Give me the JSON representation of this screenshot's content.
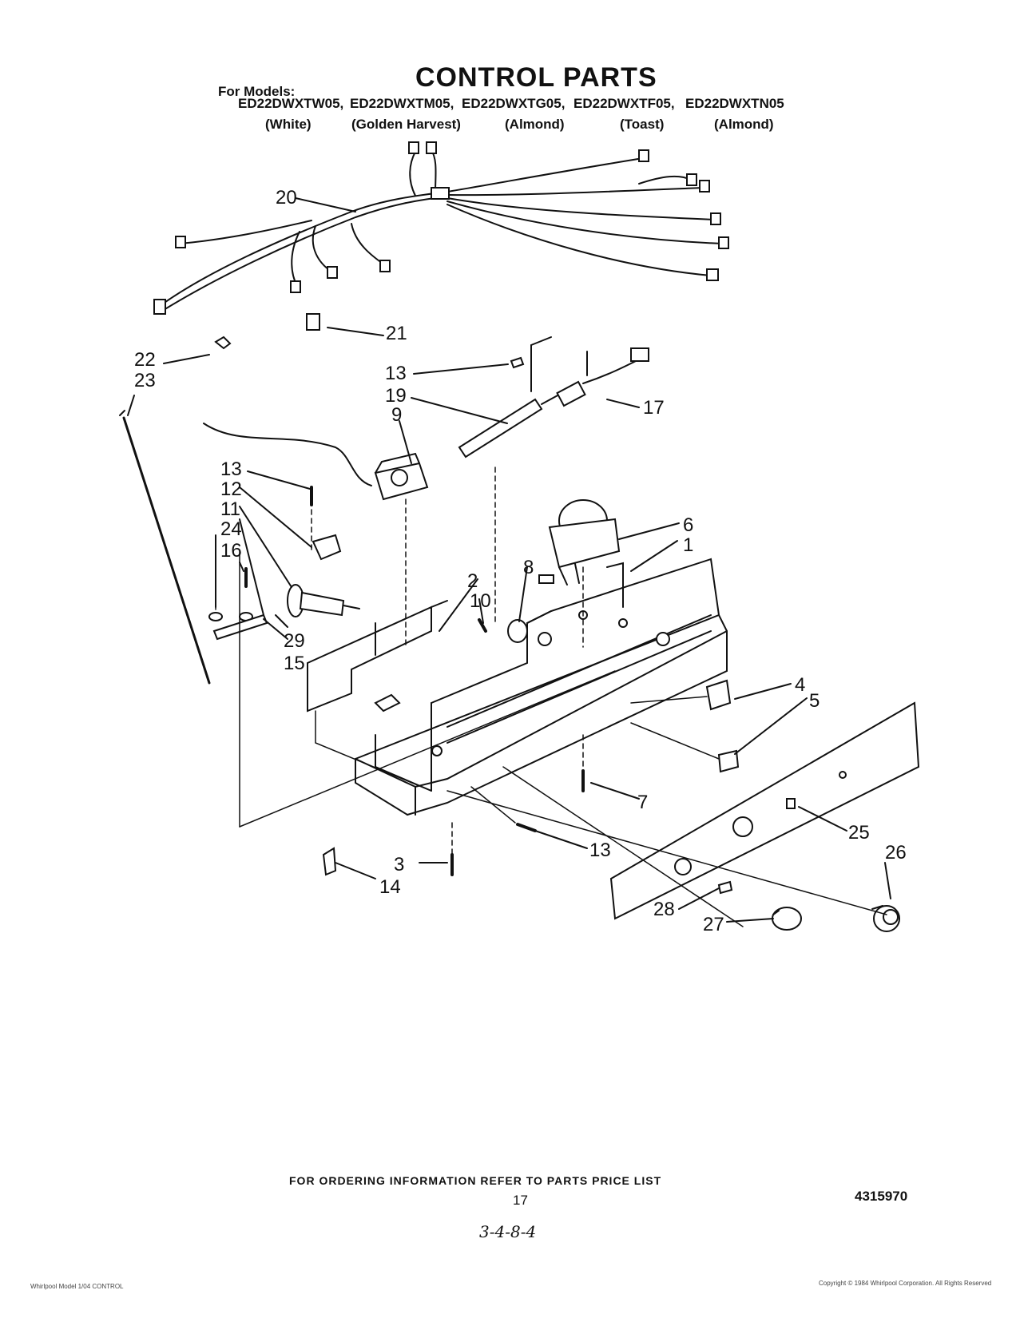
{
  "header": {
    "title": "CONTROL PARTS",
    "for_models_label": "For Models:",
    "models": [
      {
        "model": "ED22DWXTW05,",
        "color": "(White)"
      },
      {
        "model": "ED22DWXTM05,",
        "color": "(Golden Harvest)"
      },
      {
        "model": "ED22DWXTG05,",
        "color": "(Almond)"
      },
      {
        "model": "ED22DWXTF05,",
        "color": "(Toast)"
      },
      {
        "model": "ED22DWXTN05",
        "color": "(Almond)"
      }
    ]
  },
  "callouts": [
    "20",
    "21",
    "22",
    "23",
    "13",
    "19",
    "17",
    "9",
    "13",
    "12",
    "11",
    "24",
    "16",
    "29",
    "15",
    "6",
    "1",
    "8",
    "2",
    "10",
    "4",
    "5",
    "7",
    "25",
    "26",
    "13",
    "3",
    "14",
    "28",
    "27"
  ],
  "footer": {
    "order_info": "FOR ORDERING INFORMATION REFER TO PARTS PRICE LIST",
    "page_number": "17",
    "doc_number": "4315970",
    "handwritten": "3-4-8-4",
    "small_left": "Whirlpool Model 1/04 CONTROL",
    "small_right": "Copyright © 1984 Whirlpool Corporation. All Rights Reserved"
  }
}
